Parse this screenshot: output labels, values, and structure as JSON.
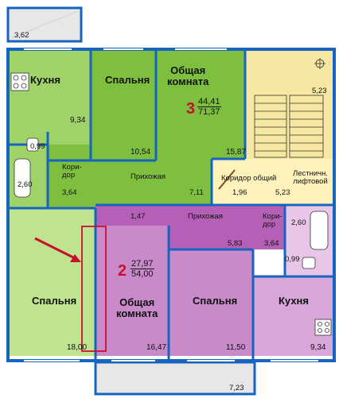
{
  "colors": {
    "outer_wall": "#1565c0",
    "apt3_fill": "#7fbf3f",
    "apt3_dark": "#4e9a2a",
    "apt2_fill": "#b65fb6",
    "apt2_light": "#d9a6d9",
    "left_apt_fill": "#9fd36a",
    "stair_fill": "#f6e8a2",
    "balcony_fill": "#e7e7e7",
    "callout_red": "#c8102e"
  },
  "balconies": {
    "top_left": "3,62",
    "bottom": "7,23"
  },
  "apartment_3": {
    "number": "3",
    "living_area": "44,41",
    "total_area": "71,37",
    "kitchen": {
      "label": "Кухня",
      "area": "9,34"
    },
    "bedroom": {
      "label": "Спальня",
      "area": "10,54"
    },
    "living_room": {
      "label": "Общая\nкомната",
      "area": "15,87"
    },
    "bathroom_area": "0,99",
    "bath2_area": "2,60",
    "corridor": {
      "label": "Кори-\nдор",
      "area": "3,64"
    },
    "hallway": {
      "label": "Прихожая",
      "area": "7,11"
    },
    "bedroom_big": {
      "label": "Спальня",
      "area": "18,00"
    },
    "hall_small_area": "1,47"
  },
  "common": {
    "corridor": {
      "label": "Коридор общий",
      "area": "1,96"
    },
    "stairs": {
      "label": "Лестничн.\nлифтовой",
      "area": "5,23",
      "top_area": "5,23"
    }
  },
  "apartment_2": {
    "number": "2",
    "living_area": "27,97",
    "total_area": "54,00",
    "living_room": {
      "label": "Общая\nкомната",
      "area": "16,47"
    },
    "bedroom": {
      "label": "Спальня",
      "area": "11,50"
    },
    "hallway": {
      "label": "Прихожая",
      "area": "5,83"
    },
    "corridor": {
      "label": "Кори-\nдор",
      "area": "3,64"
    },
    "bath_area": "2,60",
    "wc_area": "0,99",
    "kitchen": {
      "label": "Кухня",
      "area": "9,34"
    }
  }
}
